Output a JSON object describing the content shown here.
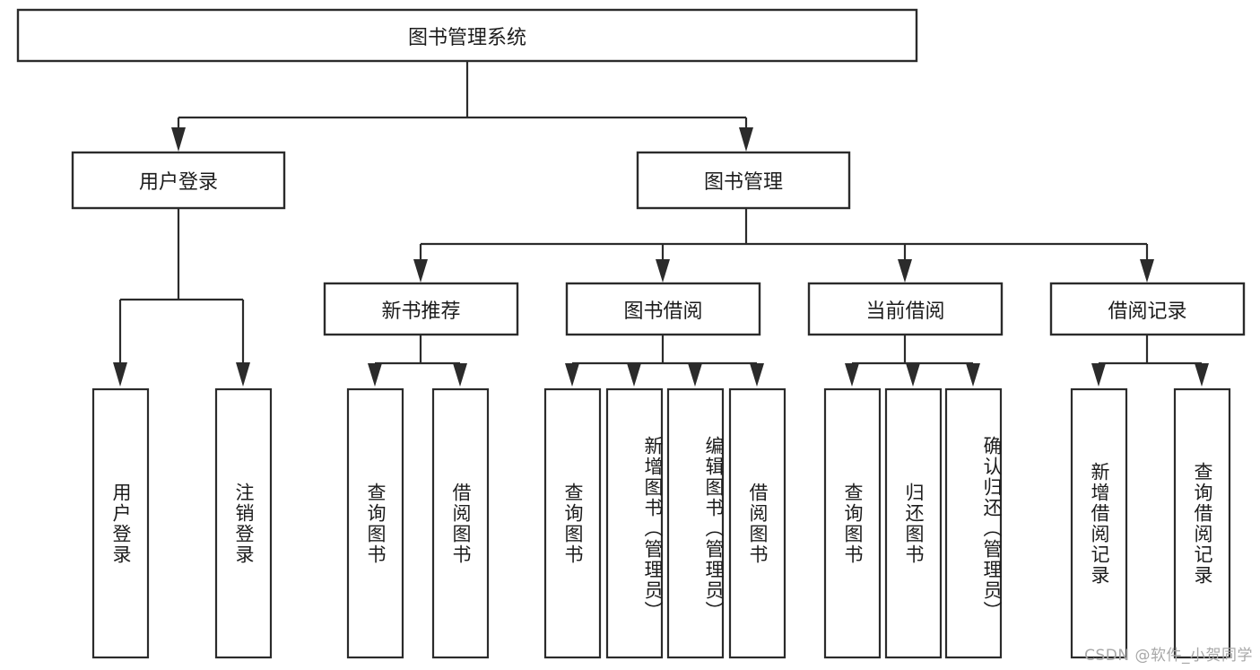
{
  "diagram": {
    "title": "图书管理系统",
    "watermark": "CSDN @软件_小贺同学",
    "root": {
      "label": "图书管理系统"
    },
    "level2": [
      {
        "label": "用户登录"
      },
      {
        "label": "图书管理"
      }
    ],
    "level3": [
      {
        "label": "新书推荐"
      },
      {
        "label": "图书借阅"
      },
      {
        "label": "当前借阅"
      },
      {
        "label": "借阅记录"
      }
    ],
    "leaves": {
      "user_login": [
        {
          "label": "用户登录"
        },
        {
          "label": "注销登录"
        }
      ],
      "new_book_recommend": [
        {
          "label": "查询图书"
        },
        {
          "label": "借阅图书"
        }
      ],
      "book_borrow": [
        {
          "label": "查询图书"
        },
        {
          "label": "新增图书（管理员）"
        },
        {
          "label": "编辑图书（管理员）"
        },
        {
          "label": "借阅图书"
        }
      ],
      "current_borrow": [
        {
          "label": "查询图书"
        },
        {
          "label": "归还图书"
        },
        {
          "label": "确认归还（管理员）"
        }
      ],
      "borrow_record": [
        {
          "label": "新增借阅记录"
        },
        {
          "label": "查询借阅记录"
        }
      ]
    },
    "colors": {
      "stroke": "#2b2b2b",
      "fill": "#ffffff",
      "text": "#1c1c1c",
      "watermark": "#a8a8a8"
    }
  }
}
